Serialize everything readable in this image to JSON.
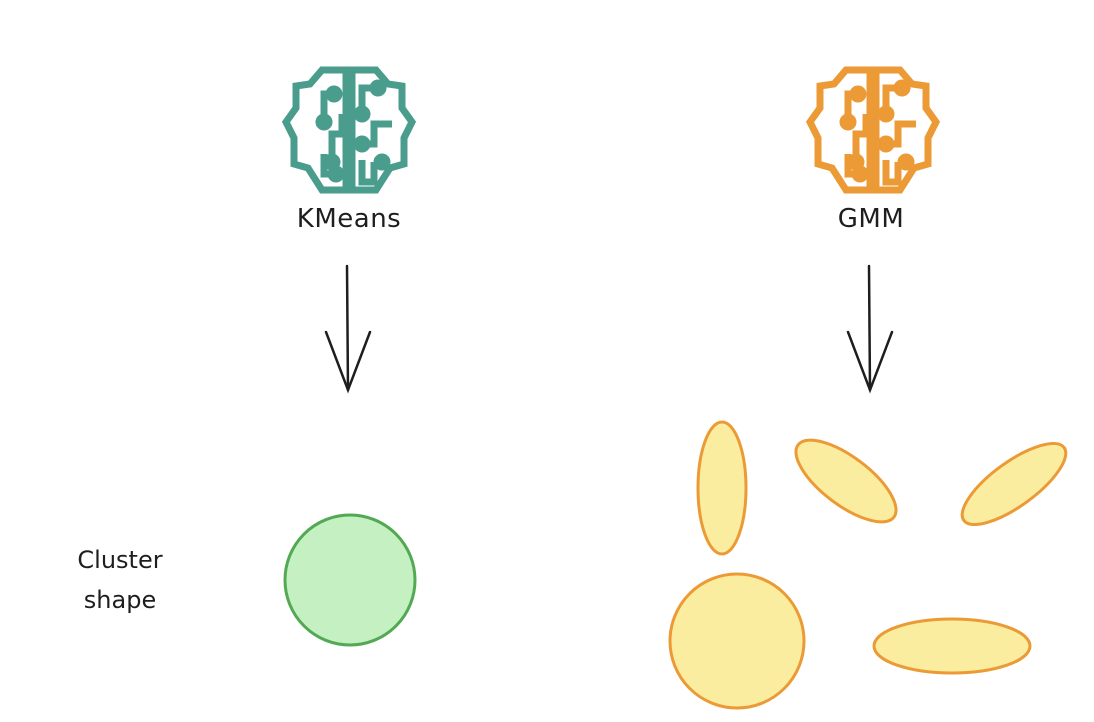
{
  "diagram": {
    "row_label": {
      "line1": "Cluster",
      "line2": "shape"
    },
    "models": [
      {
        "name": "KMeans",
        "icon": "brain-circuit-icon",
        "icon_color": "#4a9c8c",
        "cluster_shapes": [
          {
            "type": "circle",
            "fill": "#c5f0c2",
            "stroke": "#53a953"
          }
        ]
      },
      {
        "name": "GMM",
        "icon": "brain-circuit-icon",
        "icon_color": "#eb9a35",
        "cluster_shapes": [
          {
            "type": "ellipse",
            "orientation": "vertical",
            "fill": "#fbeda0",
            "stroke": "#eb9a35"
          },
          {
            "type": "ellipse",
            "orientation": "tilted-down-right",
            "fill": "#fbeda0",
            "stroke": "#eb9a35"
          },
          {
            "type": "ellipse",
            "orientation": "tilted-up-right",
            "fill": "#fbeda0",
            "stroke": "#eb9a35"
          },
          {
            "type": "circle",
            "fill": "#fbeda0",
            "stroke": "#eb9a35"
          },
          {
            "type": "ellipse",
            "orientation": "horizontal",
            "fill": "#fbeda0",
            "stroke": "#eb9a35"
          }
        ]
      }
    ],
    "arrow_color": "#1e1e1e"
  }
}
